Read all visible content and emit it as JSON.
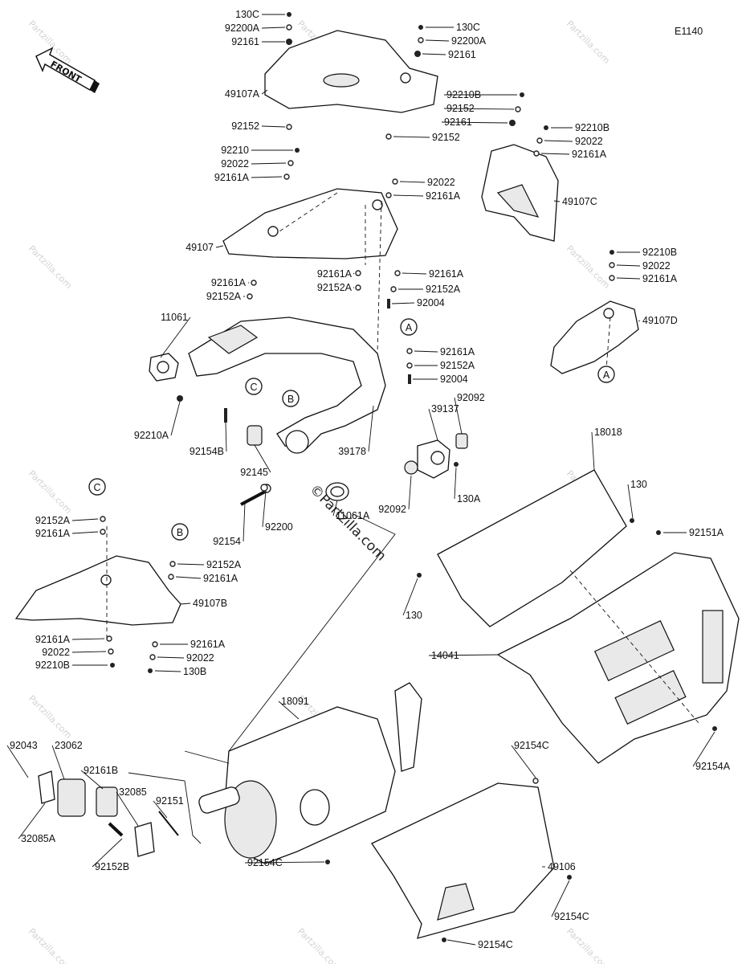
{
  "diagram_code": "E1140",
  "front_label": "FRONT",
  "watermark": "Partzilla.com",
  "center_watermark": "©Partzilla.com",
  "callout_letters": [
    "A",
    "A",
    "B",
    "B",
    "C",
    "C"
  ],
  "labels": [
    "130C",
    "92200A",
    "92161",
    "49107A",
    "92152",
    "130C",
    "92200A",
    "92161",
    "92210B",
    "92152",
    "92161",
    "92210B",
    "92022",
    "92161A",
    "92152",
    "92210",
    "92022",
    "92161A",
    "92022",
    "92161A",
    "49107C",
    "49107",
    "92210B",
    "92022",
    "92161A",
    "92161A",
    "92152A",
    "92161A",
    "92152A",
    "92161A",
    "92152A",
    "92004",
    "11061",
    "49107D",
    "92161A",
    "92152A",
    "92004",
    "92092",
    "39137",
    "92210A",
    "92154B",
    "39178",
    "92145",
    "130A",
    "92092",
    "18018",
    "92154",
    "92200",
    "11061A",
    "130",
    "92151A",
    "92152A",
    "92161A",
    "92152A",
    "92161A",
    "49107B",
    "130",
    "92161A",
    "92022",
    "92210B",
    "92161A",
    "92022",
    "130B",
    "14041",
    "18091",
    "92043",
    "23062",
    "92161B",
    "32085",
    "92154C",
    "92154A",
    "92151",
    "32085A",
    "92152B",
    "49106",
    "92154C",
    "92154C",
    "92154C"
  ]
}
